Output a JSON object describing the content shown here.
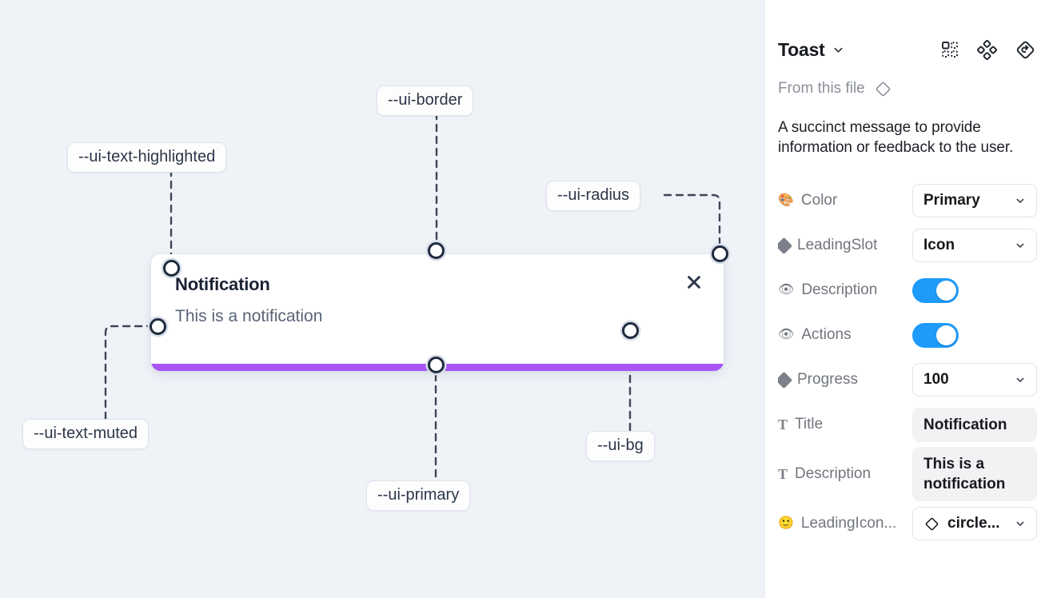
{
  "canvas": {
    "background_color": "#eff2f7",
    "toast": {
      "title": "Notification",
      "description": "This is a notification",
      "close_icon": "close-x-icon",
      "progress_color": "#a855f7",
      "progress_percent": 100,
      "card_background": "#ffffff"
    },
    "annotations": [
      {
        "id": "ui-border",
        "label": "--ui-border"
      },
      {
        "id": "ui-text-highlighted",
        "label": "--ui-text-highlighted"
      },
      {
        "id": "ui-radius",
        "label": "--ui-radius"
      },
      {
        "id": "ui-text-muted",
        "label": "--ui-text-muted"
      },
      {
        "id": "ui-primary",
        "label": "--ui-primary"
      },
      {
        "id": "ui-bg",
        "label": "--ui-bg"
      }
    ]
  },
  "panel": {
    "title": "Toast",
    "title_chevron_icon": "chevron-down-icon",
    "header_icons": [
      {
        "name": "variants-grid-icon"
      },
      {
        "name": "component-cluster-icon"
      },
      {
        "name": "reset-instance-icon"
      }
    ],
    "from_file": {
      "label": "From this file",
      "icon": "diamond-component-icon"
    },
    "description": "A succinct message to provide information or feedback to the user.",
    "properties": [
      {
        "icon": "palette-emoji-icon",
        "icon_glyph": "🎨",
        "icon_type": "emoji",
        "label": "Color",
        "control": "select",
        "value": "Primary"
      },
      {
        "icon": "diamond-icon",
        "icon_glyph": "",
        "icon_type": "diamond",
        "label": "LeadingSlot",
        "control": "select",
        "value": "Icon"
      },
      {
        "icon": "eye-emoji-icon",
        "icon_glyph": "👁",
        "icon_type": "emoji",
        "label": "Description",
        "control": "toggle",
        "value": "on"
      },
      {
        "icon": "eye-emoji-icon",
        "icon_glyph": "👁",
        "icon_type": "emoji",
        "label": "Actions",
        "control": "toggle",
        "value": "on"
      },
      {
        "icon": "diamond-icon",
        "icon_glyph": "",
        "icon_type": "diamond",
        "label": "Progress",
        "control": "select",
        "value": "100"
      },
      {
        "icon": "text-glyph-icon",
        "icon_glyph": "T",
        "icon_type": "tglyph",
        "label": "Title",
        "control": "text",
        "value": "Notification"
      },
      {
        "icon": "text-glyph-icon",
        "icon_glyph": "T",
        "icon_type": "tglyph",
        "label": "Description",
        "control": "text",
        "value": "This is a notification"
      },
      {
        "icon": "smiley-emoji-icon",
        "icon_glyph": "🙂",
        "icon_type": "emoji",
        "label": "LeadingIcon...",
        "control": "select-icon",
        "value": "circle..."
      }
    ],
    "accent_color": "#1e9bfa"
  }
}
